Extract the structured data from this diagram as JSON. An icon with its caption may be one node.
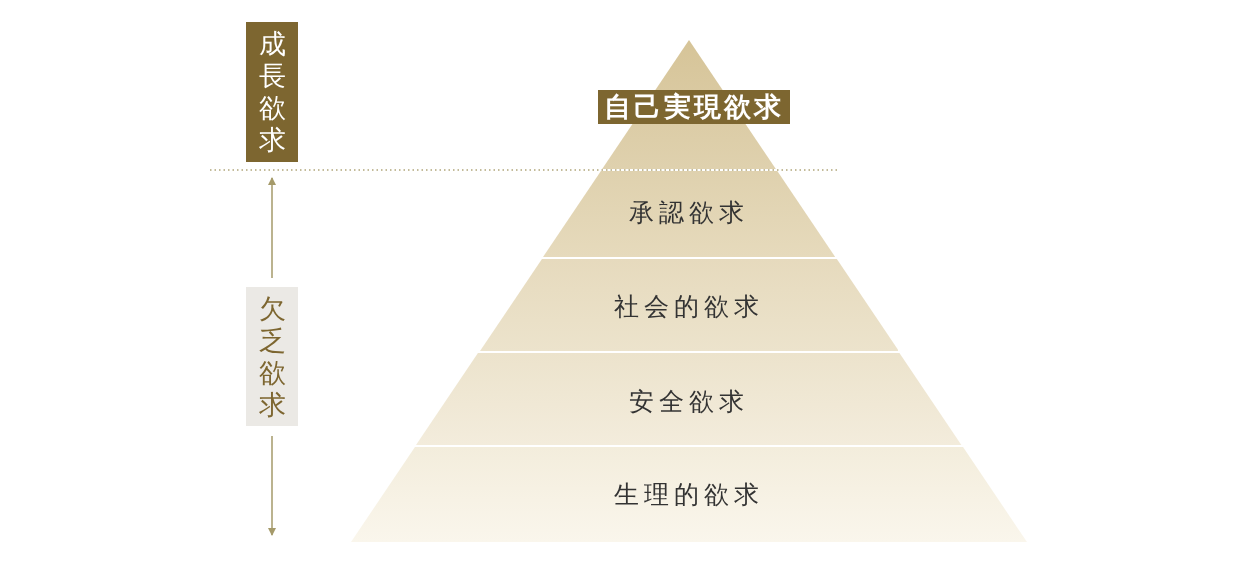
{
  "diagram": {
    "nodes": [
      {
        "text": [
          "成長欲求"
        ]
      },
      {
        "text": [
          "自己実現欲求"
        ]
      },
      {
        "text": [
          "承認欲求"
        ]
      },
      {
        "text": [
          "社会的欲求"
        ]
      },
      {
        "text": [
          "安全欲求"
        ]
      },
      {
        "text": [
          "生理的欲求"
        ]
      },
      {
        "text": [
          "欠乏欲求"
        ]
      }
    ]
  }
}
